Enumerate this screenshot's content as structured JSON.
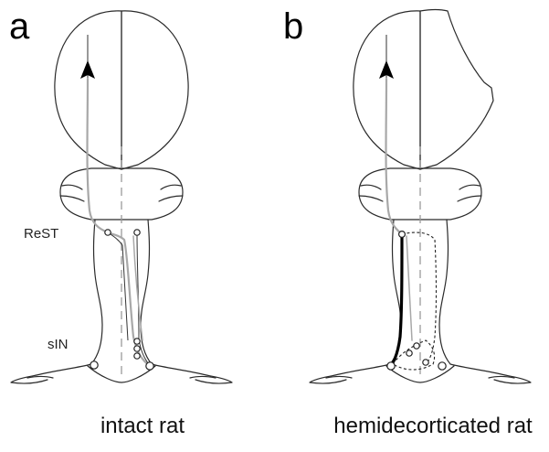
{
  "panels": [
    {
      "letter": "a",
      "caption": "intact rat"
    },
    {
      "letter": "b",
      "caption": "hemidecorticated rat"
    }
  ],
  "labels": {
    "rest": "ReST",
    "sin": "sIN"
  }
}
